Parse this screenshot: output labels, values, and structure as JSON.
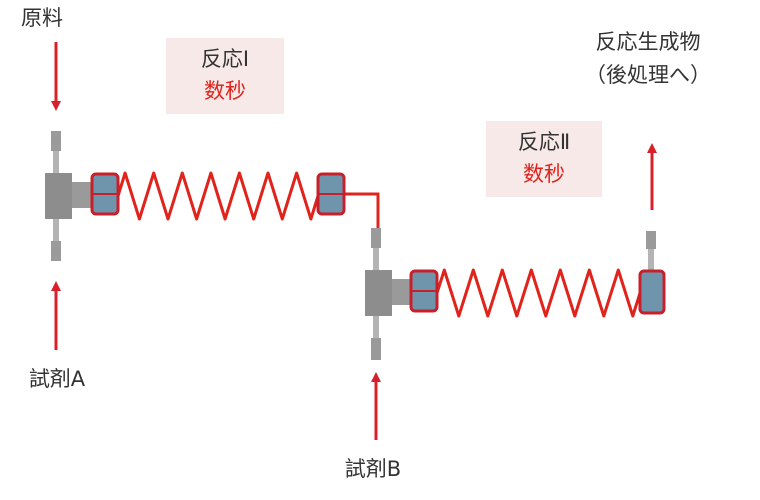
{
  "labels": {
    "raw_material": "原料",
    "reagent_a": "試剤A",
    "reagent_b": "試剤B",
    "reaction1_name": "反応Ⅰ",
    "reaction1_time": "数秒",
    "reaction2_name": "反応Ⅱ",
    "reaction2_time": "数秒",
    "product_line1": "反応生成物",
    "product_line2": "（後処理へ）"
  },
  "colors": {
    "tube": "#e0241c",
    "arrow": "#d8202a",
    "label_box": "#f6e9e8",
    "fitting_gray": "#8d8d8d",
    "connector_blue": "#6f95ad",
    "connector_border": "#c8202a",
    "text": "#333333",
    "highlight_text": "#e0241c"
  }
}
